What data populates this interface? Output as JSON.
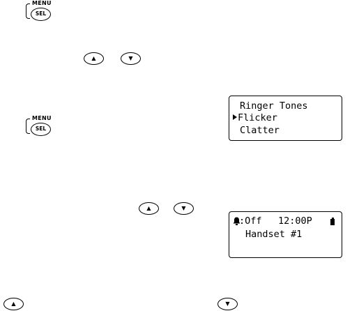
{
  "keys": {
    "menu_label": "MENU",
    "sel_label": "SEL",
    "up_glyph": "▲",
    "down_glyph": "▼"
  },
  "ringer_display": {
    "title": "Ringer Tones",
    "selected_option": "Flicker",
    "next_option": "Clatter"
  },
  "standby_display": {
    "ringer_status": ":Off",
    "time": "12:00P",
    "handset_name": "Handset #1"
  },
  "icons": {
    "menu_sel_key": "menu-sel-button",
    "up": "up-arrow-key",
    "down": "down-arrow-key",
    "cursor": "selection-cursor-icon",
    "bell": "bell-icon",
    "battery": "battery-icon"
  }
}
